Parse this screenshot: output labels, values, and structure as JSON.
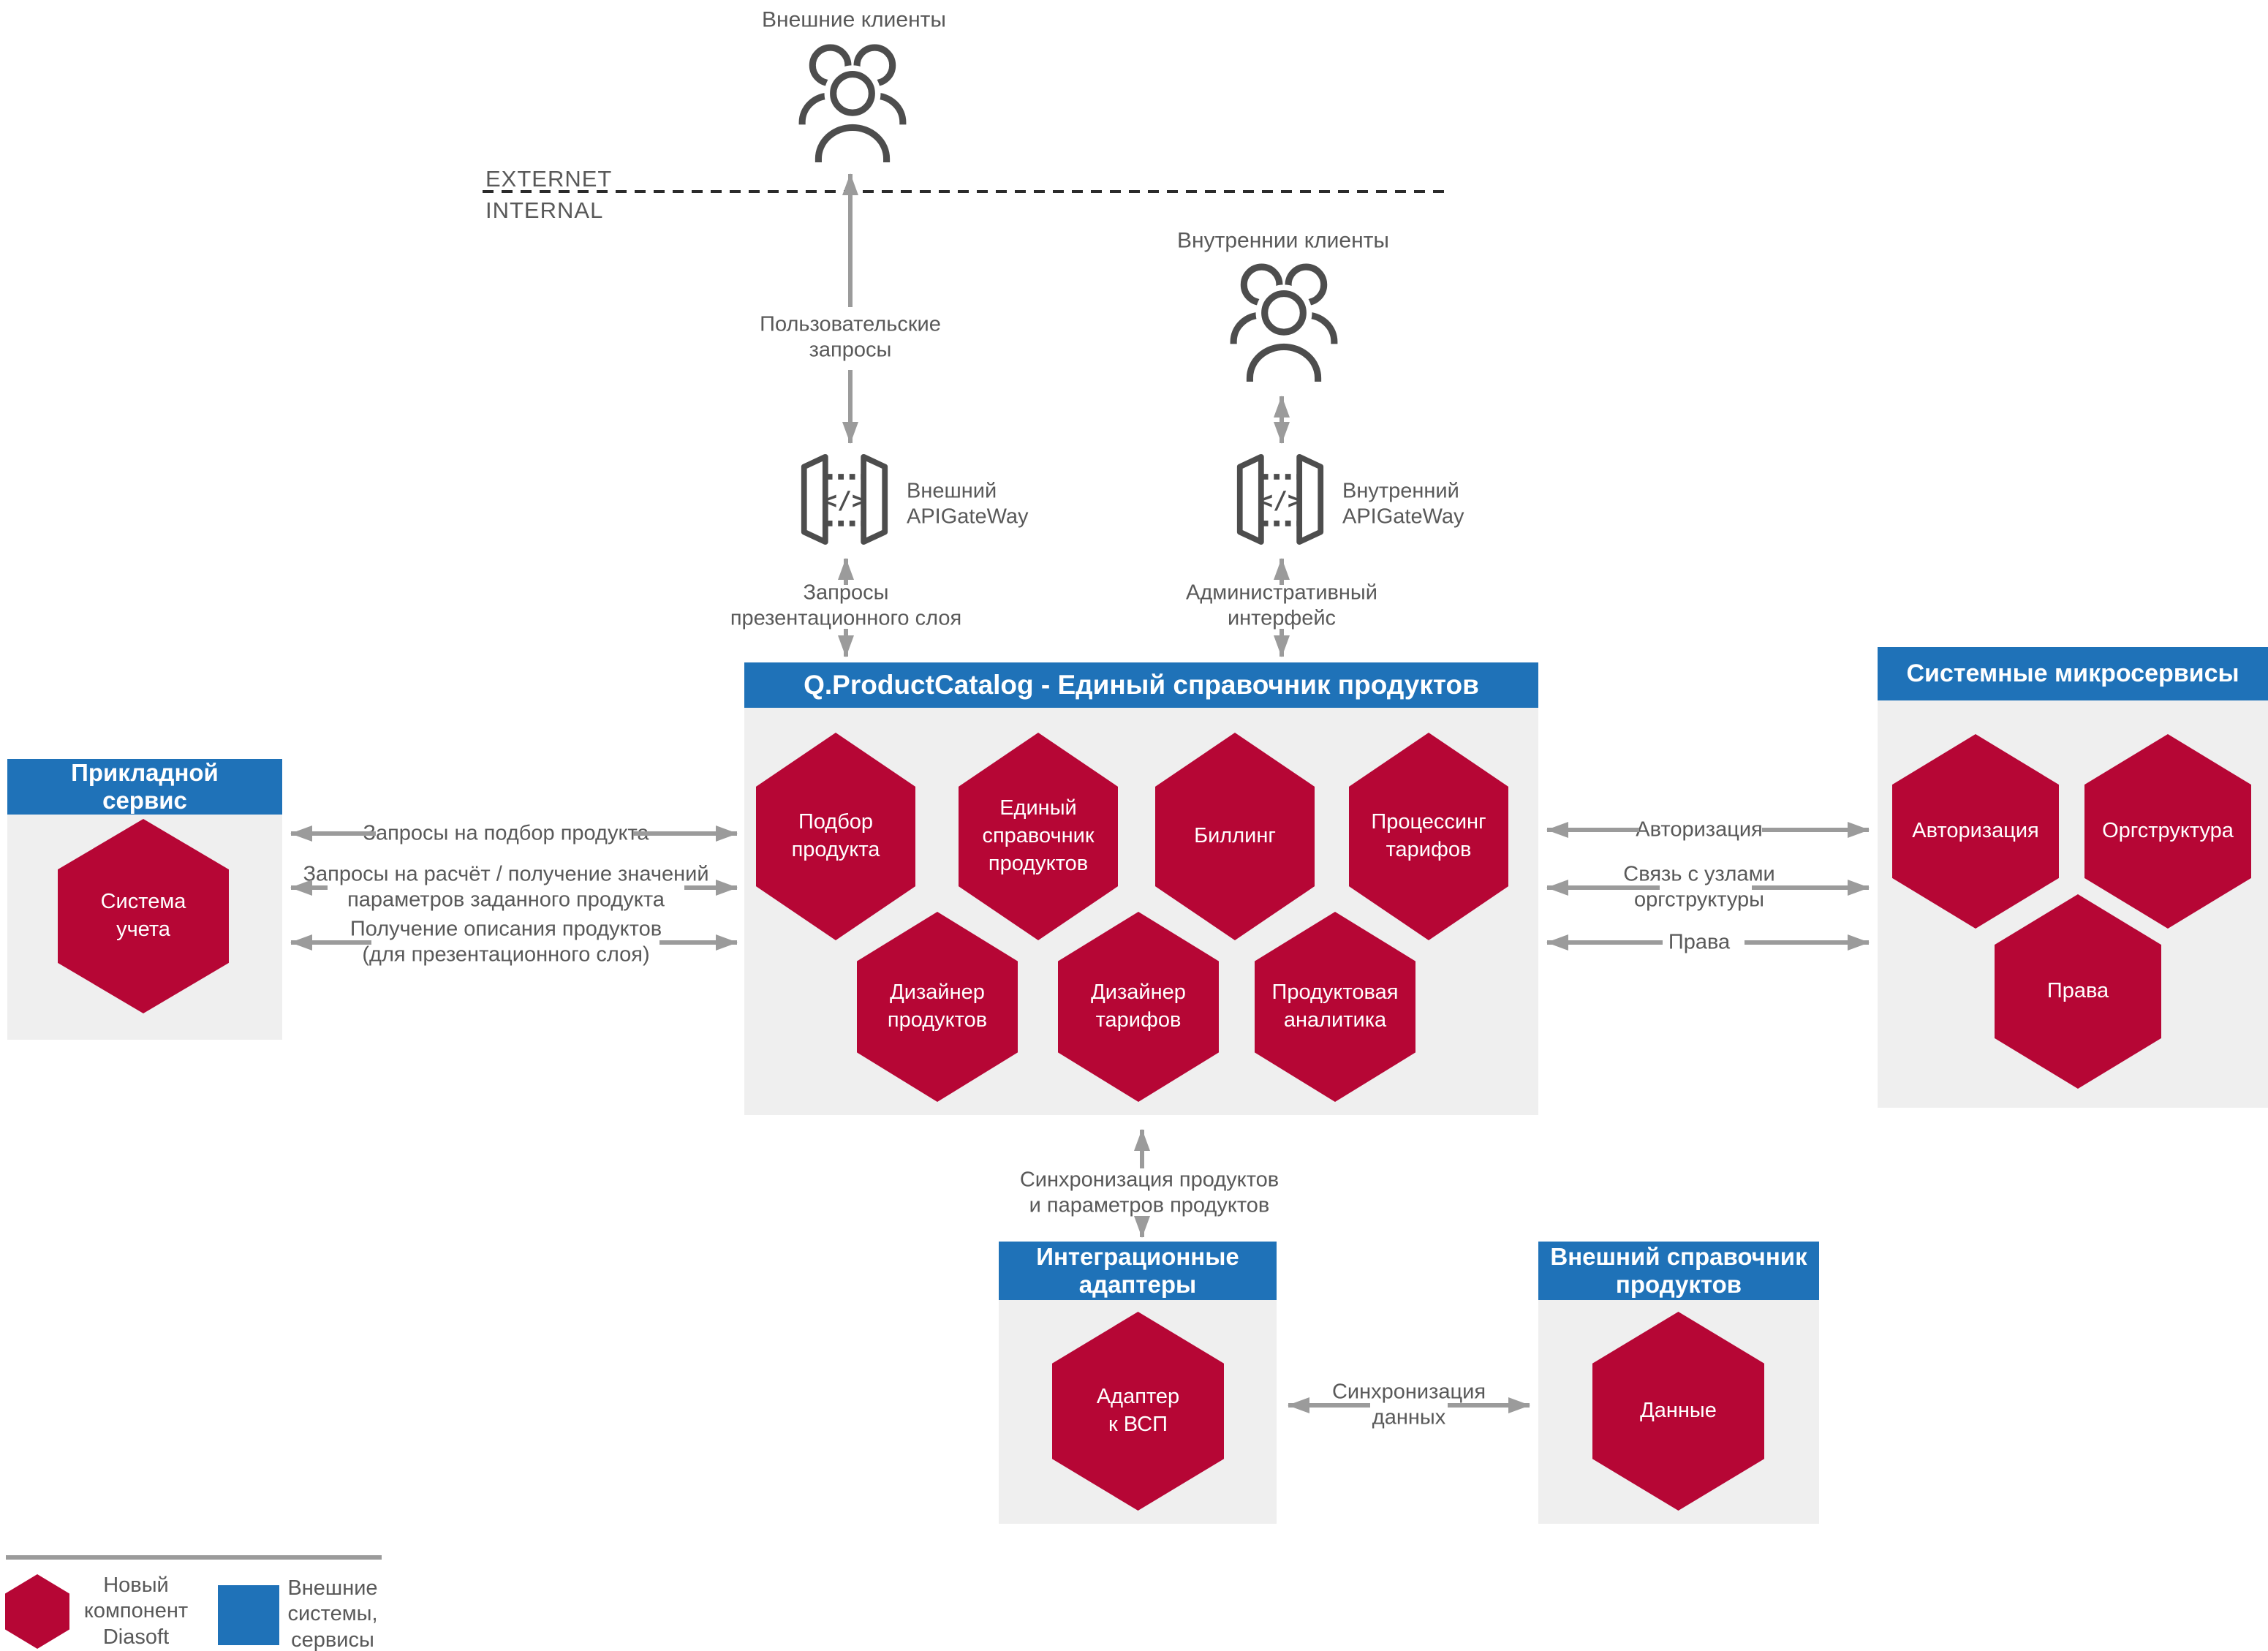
{
  "zones": {
    "externet": "EXTERNET",
    "internal": "INTERNAL"
  },
  "clients": {
    "external": {
      "label": "Внешние клиенты",
      "request_label": "Пользовательские\nзапросы"
    },
    "internal": {
      "label": "Внутреннии клиенты"
    }
  },
  "gateways": {
    "external": {
      "label": "Внешний\nAPIGateWay",
      "flow_label": "Запросы\nпрезентационного слоя",
      "glyph": "</>"
    },
    "internal": {
      "label": "Внутренний\nAPIGateWay",
      "flow_label": "Административный\nинтерфейс",
      "glyph": "</>"
    }
  },
  "product_catalog": {
    "title": "Q.ProductCatalog - Единый справочник продуктов",
    "hexagons": [
      "Подбор\nпродукта",
      "Единый\nсправочник\nпродуктов",
      "Биллинг",
      "Процессинг\nтарифов",
      "Дизайнер\nпродуктов",
      "Дизайнер\nтарифов",
      "Продуктовая\nаналитика"
    ]
  },
  "applied_service": {
    "title": "Прикладной\nсервис",
    "hexagon": "Система\nучета",
    "links": [
      "Запросы на подбор продукта",
      "Запросы на расчёт / получение значений\nпараметров заданного продукта",
      "Получение описания продуктов\n(для презентационного слоя)"
    ]
  },
  "system_microservices": {
    "title": "Системные микросервисы",
    "hexagons": [
      "Авторизация",
      "Оргструктура",
      "Права"
    ],
    "links": [
      "Авторизация",
      "Связь с узлами\nоргструктуры",
      "Права"
    ]
  },
  "integration": {
    "sync_products_label": "Синхронизация продуктов\nи параметров продуктов",
    "adapters": {
      "title": "Интеграционные\nадаптеры",
      "hexagon": "Адаптер\nк ВСП"
    },
    "external_catalog": {
      "title": "Внешний справочник\nпродуктов",
      "hexagon": "Данные"
    },
    "sync_data_label": "Синхронизация\nданных"
  },
  "legend": {
    "new_component": "Новый\nкомпонент\nDiasoft",
    "external_systems": "Внешние\nсистемы,\nсервисы"
  },
  "colors": {
    "accent_red": "#B60635",
    "accent_blue": "#1F72B8",
    "panel_grey": "#EFEFEF",
    "arrow_grey": "#9B9B9B",
    "text_grey": "#595959"
  }
}
